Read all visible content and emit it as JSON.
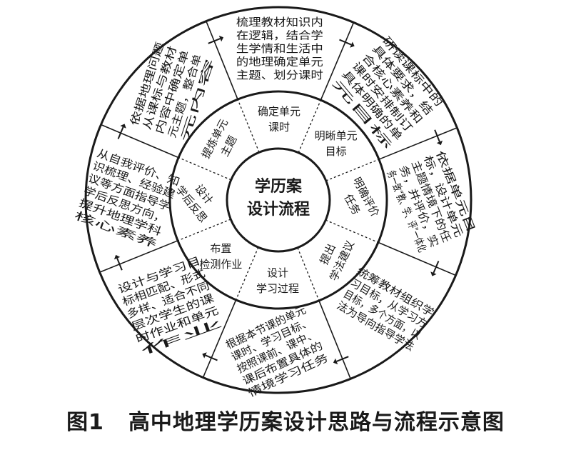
{
  "center": {
    "line1": "学历案",
    "line2": "设计流程"
  },
  "inner_ring": [
    {
      "id": "determine-unit-periods",
      "lines": [
        "确定单元",
        "课时"
      ]
    },
    {
      "id": "clarify-unit-goals",
      "lines": [
        "明晰单元",
        "目标"
      ]
    },
    {
      "id": "clarify-eval-tasks",
      "lines": [
        "明确评价",
        "任务"
      ]
    },
    {
      "id": "propose-study-suggestions",
      "lines": [
        "提出",
        "学法建议"
      ]
    },
    {
      "id": "design-learning-process",
      "lines": [
        "设计",
        "学习过程"
      ]
    },
    {
      "id": "arrange-tests-homework",
      "lines": [
        "布置",
        "检测作业"
      ]
    },
    {
      "id": "design-post-reflection",
      "lines": [
        "设计",
        "学后反思"
      ]
    },
    {
      "id": "refine-unit-theme",
      "lines": [
        "提炼单元",
        "主题"
      ]
    }
  ],
  "outer_ring": [
    {
      "id": "sort-textbook-knowledge",
      "lines": [
        "梳理教材知识内",
        "在逻辑，结合学",
        "生学情和生活中",
        "的地理确定单元",
        "主题、划分课时"
      ]
    },
    {
      "id": "study-curriculum-standards",
      "lines": [
        "研读课标中的",
        "具体要求，结",
        "合核心素养和",
        "课时安排制订",
        "具体明确的单",
        "元目标"
      ]
    },
    {
      "id": "design-eval-tasks",
      "lines": [
        "依据单元目",
        "标，设计单元",
        "主题情境下的任",
        "务，并评价，实",
        "务一致“教、学、评”一体化"
      ]
    },
    {
      "id": "study-method-guidance",
      "lines": [
        "统筹教材组织学",
        "习目标，从学习方",
        "目标，多个方面，以",
        "法为导向指导学法"
      ]
    },
    {
      "id": "learning-process-tasks",
      "lines": [
        "根据本节课的单元",
        "课时、学习目标、",
        "按照课前、课中、",
        "课后布置具体的",
        "情境学习任务"
      ]
    },
    {
      "id": "layered-homework",
      "lines": [
        "设计与学习目",
        "标相匹配、形式",
        "多样、适合不同",
        "层次学生的课",
        "时作业和单元",
        "作业"
      ]
    },
    {
      "id": "reflection-core-literacy",
      "lines": [
        "从自我评价、知",
        "识梳理、经验建",
        "议等方面指导学",
        "学后反思方向，",
        "提升地理学科",
        "核心素养"
      ]
    },
    {
      "id": "refine-theme-from-content",
      "lines": [
        "依据地理问题",
        "从课标与教材",
        "内容中确定单",
        "元主题，整合单",
        "元内容"
      ]
    }
  ],
  "caption": {
    "figure_number": "图1",
    "title": "高中地理学历案设计思路与流程示意图"
  }
}
